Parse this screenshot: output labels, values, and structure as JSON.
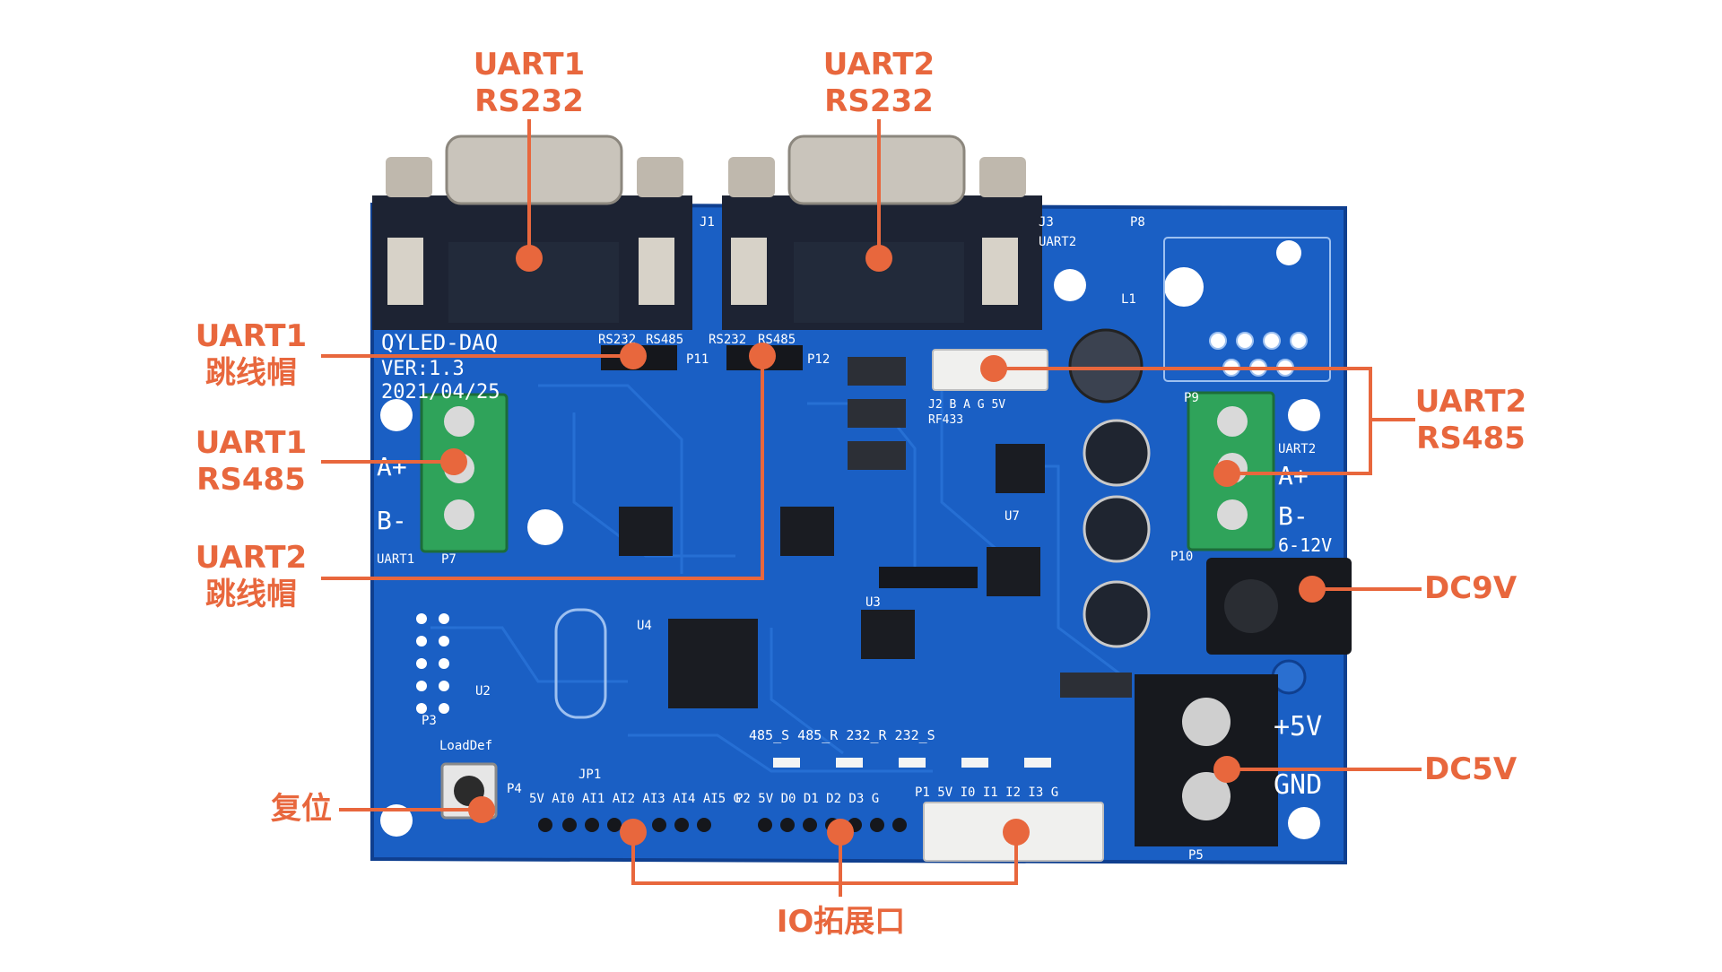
{
  "colors": {
    "accent": "#e8673d",
    "pcb": "#1a5fc4",
    "pcb_dark": "#0f3f8f",
    "terminal_green": "#2fa35a",
    "connector_metal": "#c9c4bb",
    "silk": "#ffffff"
  },
  "board": {
    "name": "QYLED-DAQ",
    "version": "VER:1.3",
    "date": "2021/04/25",
    "silk_labels": {
      "uart1": "UART1",
      "uart2": "UART2",
      "j1": "J1",
      "j3": "J3",
      "p8": "P8",
      "l1": "L1",
      "rs232": "RS232",
      "rs485": "RS485",
      "p11": "P11",
      "p12": "P12",
      "p7": "P7",
      "p9": "P9",
      "p10": "P10",
      "p3": "P3",
      "p4": "P4",
      "p5": "P5",
      "u2": "U2",
      "u3": "U3",
      "u4": "U4",
      "u7": "U7",
      "a_plus": "A+",
      "b_minus": "B-",
      "v_range": "6-12V",
      "plus5v": "+5V",
      "gnd": "GND",
      "loaddef": "LoadDef",
      "jp1": "JP1",
      "rf433": "J2  B  A  G  5V",
      "rf433_2": "RF433",
      "ds_row": "485_S  485_R  232_R  232_S",
      "io_left": "5V AI0 AI1 AI2 AI3 AI4 AI5  G",
      "io_mid": "P2 5V D0 D1 D2 D3  G",
      "io_right": "P1 5V I0 I1 I2 I3  G"
    }
  },
  "callouts": {
    "uart1_rs232": {
      "line1": "UART1",
      "line2": "RS232"
    },
    "uart2_rs232": {
      "line1": "UART2",
      "line2": "RS232"
    },
    "uart1_jumper": {
      "line1": "UART1",
      "line2": "跳线帽"
    },
    "uart1_rs485": {
      "line1": "UART1",
      "line2": "RS485"
    },
    "uart2_jumper": {
      "line1": "UART2",
      "line2": "跳线帽"
    },
    "uart2_rs485": {
      "line1": "UART2",
      "line2": "RS485"
    },
    "dc9v": {
      "line1": "DC9V"
    },
    "dc5v": {
      "line1": "DC5V"
    },
    "reset": {
      "line1": "复位"
    },
    "io_expansion": {
      "line1": "IO拓展口"
    }
  }
}
